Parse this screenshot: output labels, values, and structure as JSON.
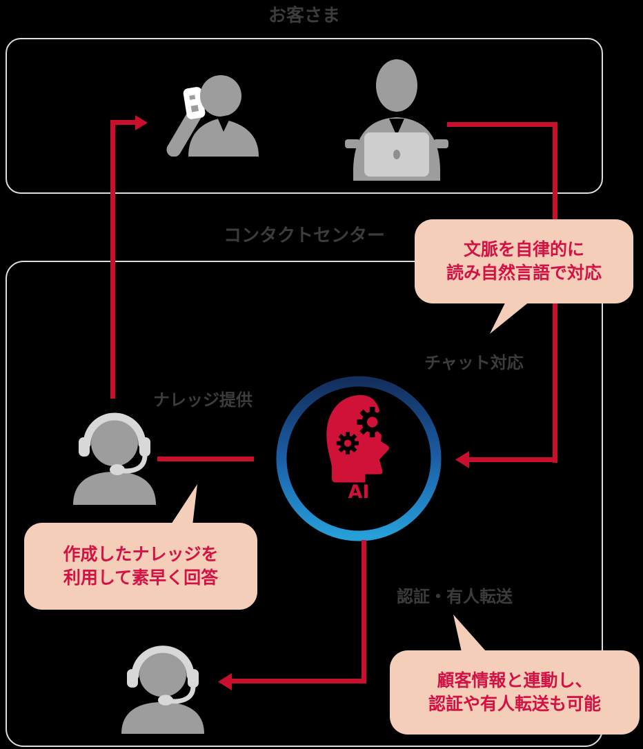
{
  "colors": {
    "background": "#000000",
    "accent_red": "#C8102E",
    "ai_head_red": "#D01239",
    "bubble_background": "#F4CEB8",
    "bubble_text": "#D31145",
    "label_gray": "#3C3C3C",
    "box_border": "#DFDFDF",
    "person_gray": "#9D9D9D",
    "device_gray": "#CFCFCF",
    "headset_gray": "#D8D8D8",
    "ring_gradient_top": "#132F5E",
    "ring_gradient_bottom": "#279FD9"
  },
  "customers_section": {
    "title": "お客さま"
  },
  "contact_center_section": {
    "title": "コンタクトセンター"
  },
  "ai": {
    "label": "AI"
  },
  "flow_labels": {
    "chat": "チャット対応",
    "knowledge": "ナレッジ提供",
    "auth_transfer": "認証・有人転送"
  },
  "callouts": {
    "context": {
      "lines": [
        "文脈を自律的に",
        "読み自然言語で対応"
      ]
    },
    "knowledge": {
      "lines": [
        "作成したナレッジを",
        "利用して素早く回答"
      ]
    },
    "auth": {
      "lines": [
        "顧客情報と連動し、",
        "認証や有人転送も可能"
      ]
    }
  },
  "icons": {
    "customer_phone": "person-on-phone",
    "customer_laptop": "person-at-laptop",
    "operator": "operator-with-headset",
    "ai_brain": "head-with-gears"
  }
}
